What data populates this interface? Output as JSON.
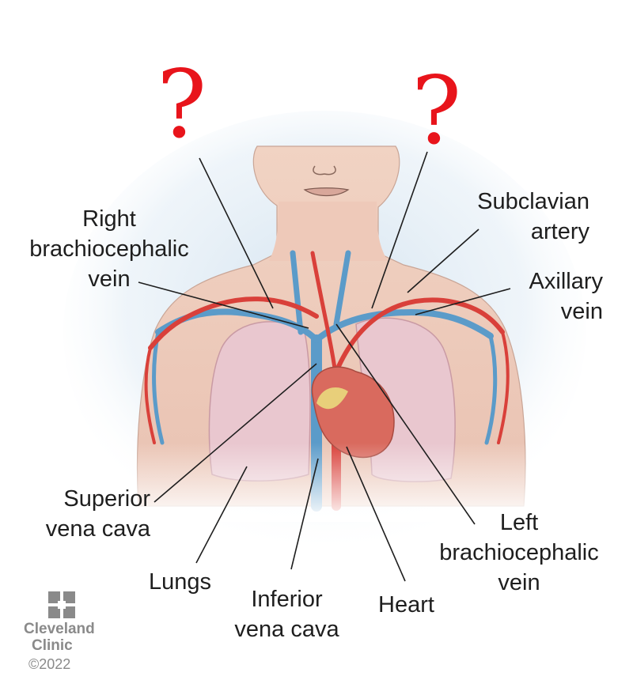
{
  "question_marks": [
    "?",
    "?"
  ],
  "labels": {
    "right_brachiocephalic_vein": [
      "Right",
      "brachiocephalic",
      "vein"
    ],
    "subclavian_artery": [
      "Subclavian",
      "artery"
    ],
    "axillary_vein": [
      "Axillary",
      "vein"
    ],
    "superior_vena_cava": [
      "Superior",
      "vena cava"
    ],
    "lungs": [
      "Lungs"
    ],
    "inferior_vena_cava": [
      "Inferior",
      "vena cava"
    ],
    "heart": [
      "Heart"
    ],
    "left_brachiocephalic_vein": [
      "Left",
      "brachiocephalic",
      "vein"
    ]
  },
  "logo": {
    "line1": "Cleveland",
    "line2": "Clinic",
    "copyright": "©2022"
  },
  "colors": {
    "question_mark": "#e8141b",
    "vein": "#5b9bc9",
    "artery": "#d9403a",
    "lung": "#e9c7cf",
    "skin": "#f2d7c8",
    "heart": "#d96a5e",
    "label_text": "#1e1e1e",
    "leader_line": "#1e1e1e",
    "logo_gray": "#8a8a8a"
  }
}
